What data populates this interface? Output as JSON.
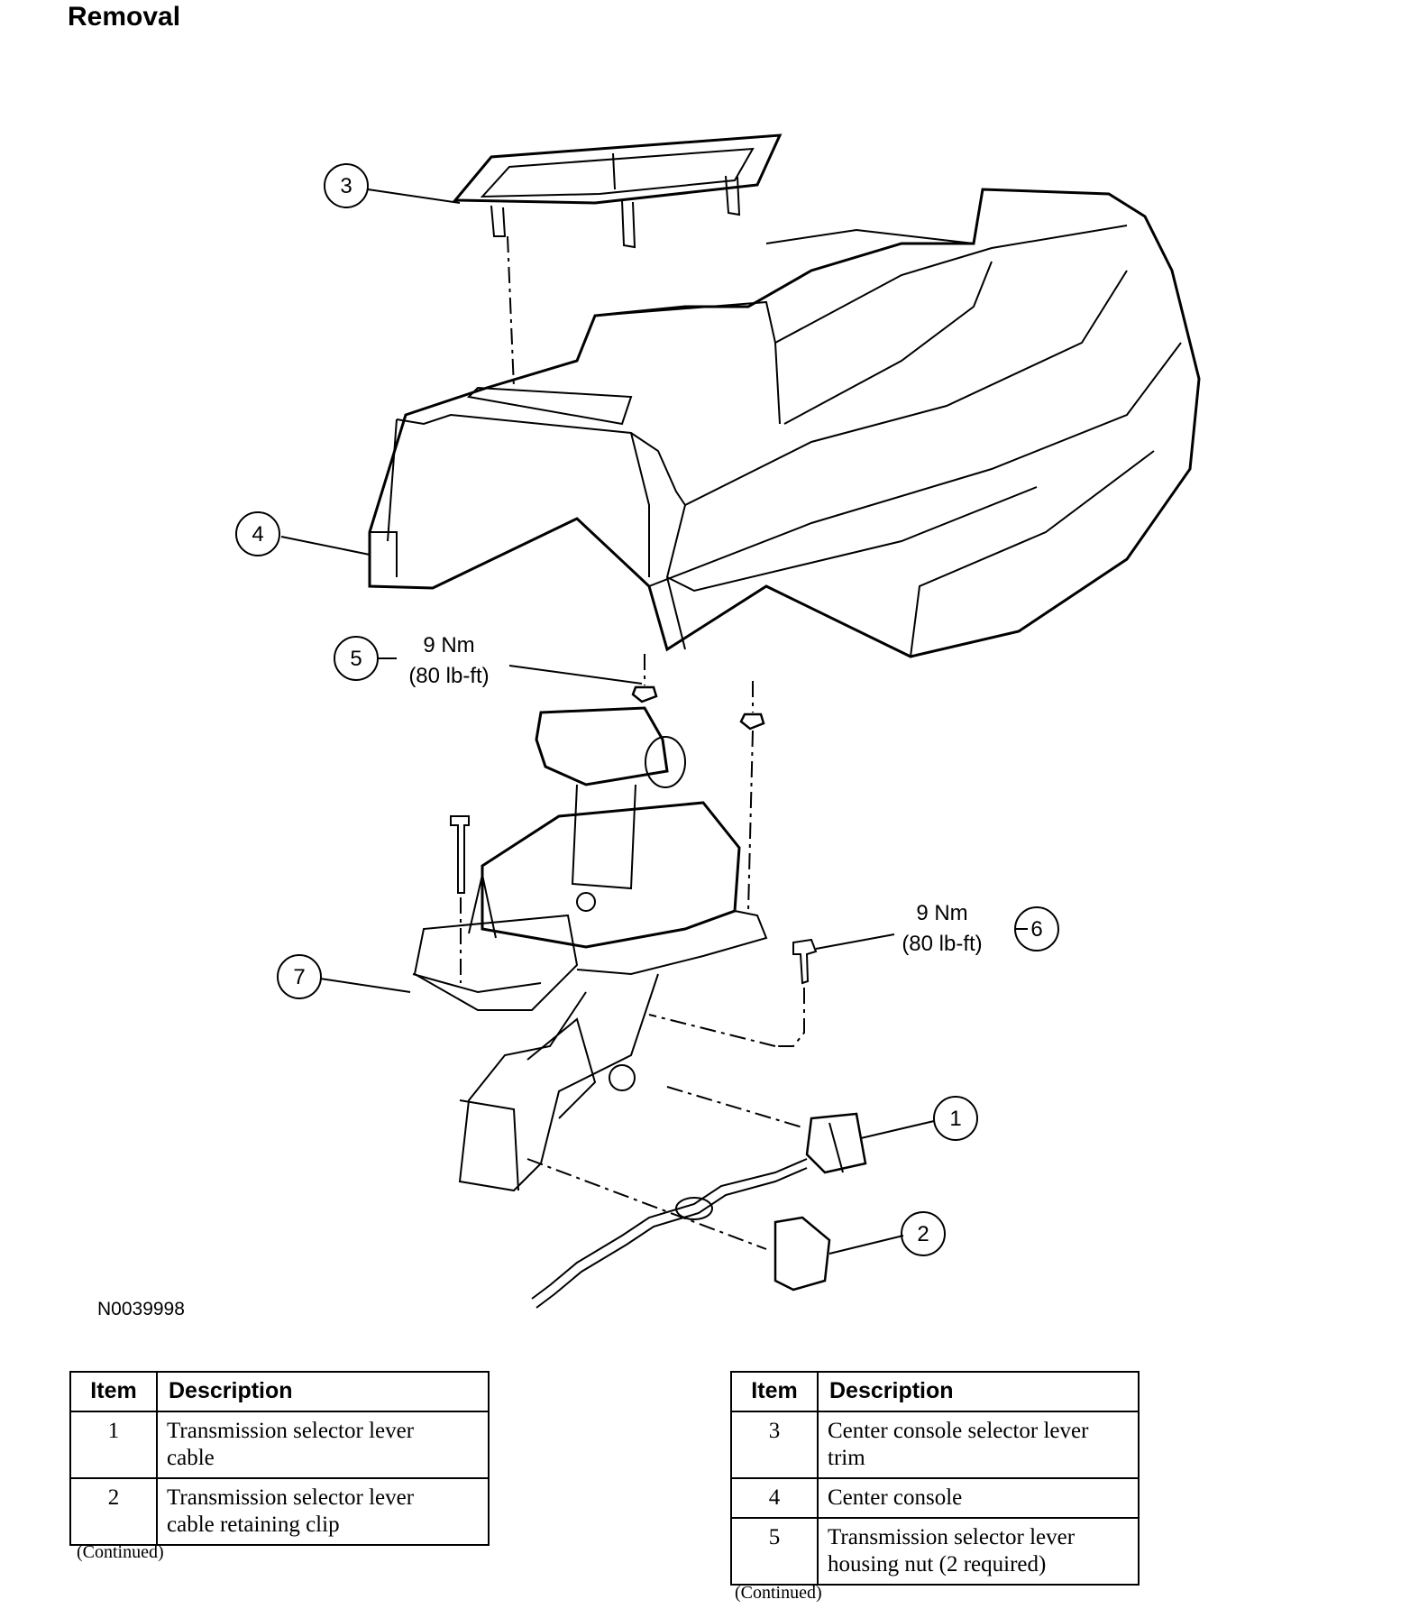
{
  "heading": "Removal",
  "figure": {
    "id": "N0039998",
    "callouts": [
      "1",
      "2",
      "3",
      "4",
      "5",
      "6",
      "7"
    ],
    "torque_5": {
      "nm": "9 Nm",
      "lbft": "(80 lb-ft)"
    },
    "torque_6": {
      "nm": "9 Nm",
      "lbft": "(80 lb-ft)"
    }
  },
  "tables": {
    "header_item": "Item",
    "header_description": "Description",
    "left": [
      {
        "item": "1",
        "lines": [
          "Transmission selector lever",
          "cable"
        ]
      },
      {
        "item": "2",
        "lines": [
          "Transmission selector lever",
          "cable retaining clip"
        ]
      }
    ],
    "right": [
      {
        "item": "3",
        "lines": [
          "Center console selector lever",
          "trim"
        ]
      },
      {
        "item": "4",
        "lines": [
          "Center console"
        ]
      },
      {
        "item": "5",
        "lines": [
          "Transmission selector lever",
          "housing nut (2 required)"
        ]
      }
    ],
    "continued": "(Continued)"
  }
}
